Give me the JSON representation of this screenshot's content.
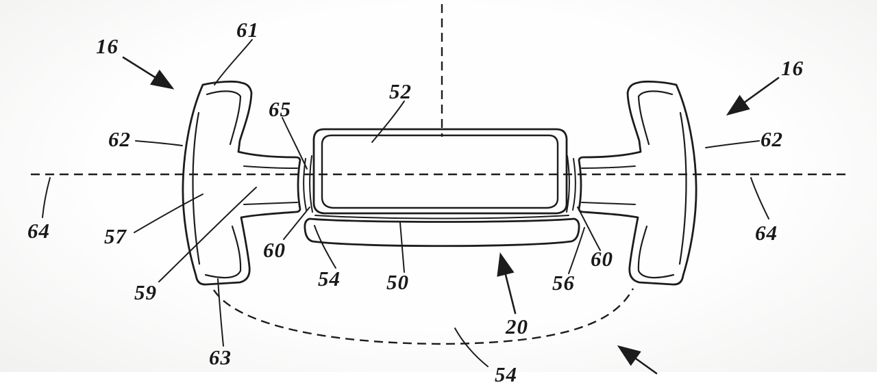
{
  "figure": {
    "kind": "patent-line-drawing",
    "background_color": "#f7f7f6",
    "line_color": "#1c1c1c",
    "labels": [
      {
        "id": "16-left",
        "text": "16"
      },
      {
        "id": "61",
        "text": "61"
      },
      {
        "id": "65",
        "text": "65"
      },
      {
        "id": "52",
        "text": "52"
      },
      {
        "id": "16-right",
        "text": "16"
      },
      {
        "id": "62-left",
        "text": "62"
      },
      {
        "id": "62-right",
        "text": "62"
      },
      {
        "id": "64-left",
        "text": "64"
      },
      {
        "id": "64-right",
        "text": "64"
      },
      {
        "id": "57",
        "text": "57"
      },
      {
        "id": "59",
        "text": "59"
      },
      {
        "id": "60-left",
        "text": "60"
      },
      {
        "id": "54",
        "text": "54"
      },
      {
        "id": "50",
        "text": "50"
      },
      {
        "id": "56",
        "text": "56"
      },
      {
        "id": "60-right",
        "text": "60"
      },
      {
        "id": "63",
        "text": "63"
      },
      {
        "id": "20",
        "text": "20"
      },
      {
        "id": "54-bottom",
        "text": "54"
      }
    ]
  }
}
